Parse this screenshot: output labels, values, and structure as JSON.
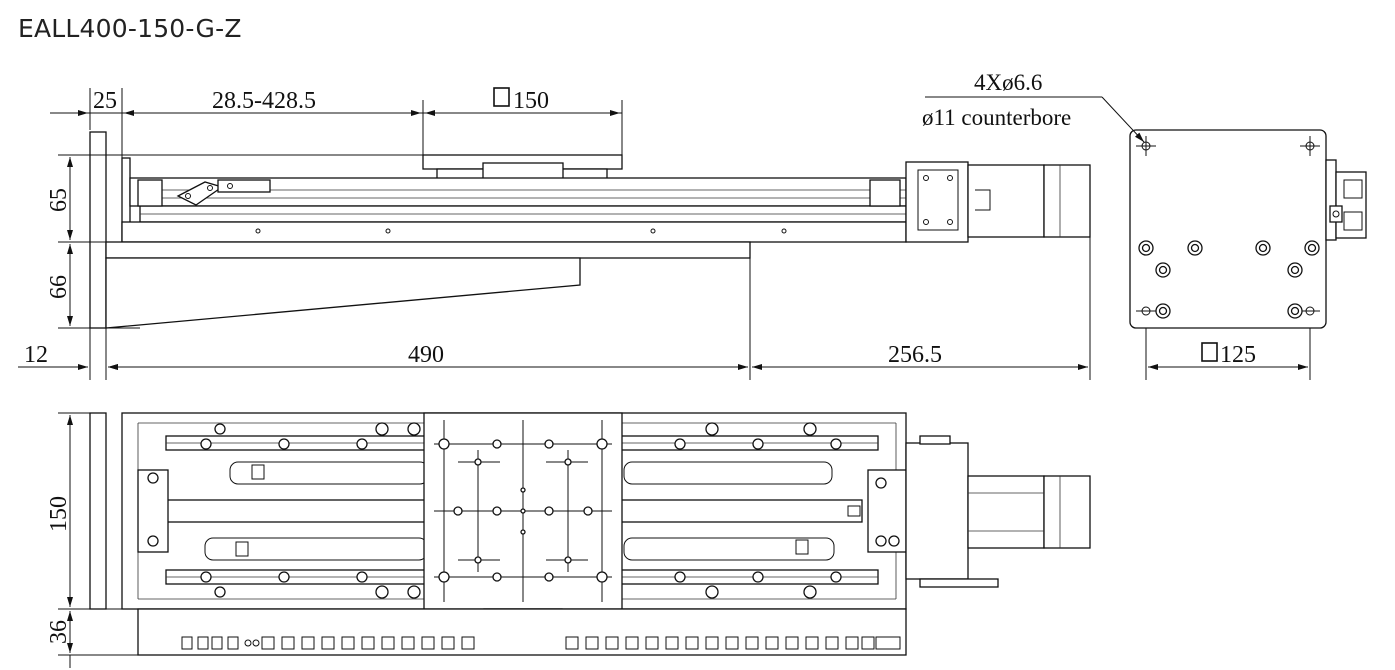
{
  "title": "EALL400-150-G-Z",
  "dimensions": {
    "d25": "25",
    "stroke_range": "28.5-428.5",
    "table_size": "150",
    "hole_spec_1": "4Xø6.6",
    "hole_spec_2": "ø11 counterbore",
    "d65": "65",
    "d66": "66",
    "d12": "12",
    "d490": "490",
    "d256": "256.5",
    "flange_size": "125",
    "d150": "150",
    "d36": "36"
  }
}
